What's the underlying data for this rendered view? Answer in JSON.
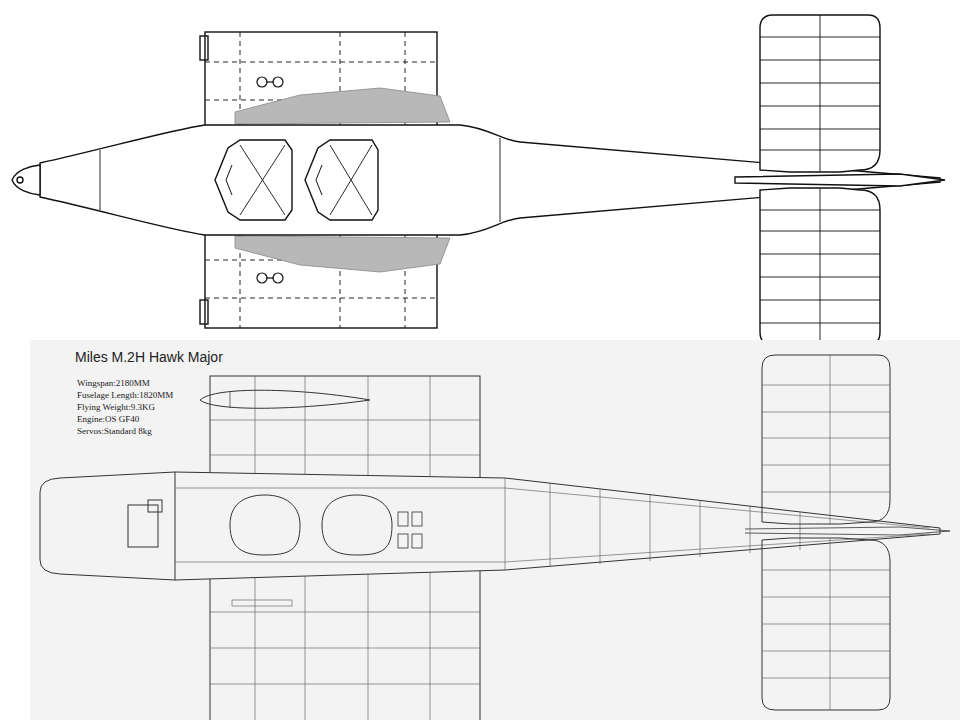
{
  "diagram": {
    "title": "Miles M.2H Hawk Major",
    "labels": [
      "Wingspan:2180MM",
      "Fuselage Length:1820MM",
      "Flying Weight:9.3KG",
      "Engine:OS GF40",
      "Servos:Standard 8kg"
    ]
  }
}
